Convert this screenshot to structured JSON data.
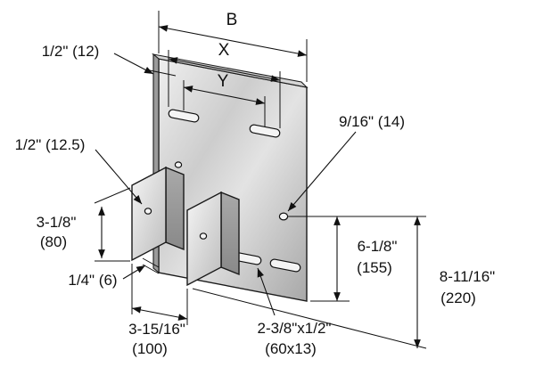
{
  "diagram": {
    "kind": "isometric technical drawing",
    "subject": "steel plate bracket with two bent tabs, slots and holes",
    "line_color": "#111111",
    "metal_light": "#efefef",
    "metal_dark": "#a8a8a8"
  },
  "labels": {
    "b": "B",
    "x": "X",
    "y": "Y",
    "edge_offset": "1/2\" (12)",
    "hole": "9/16\" (14)",
    "tab_hole": "1/2\" (12.5)",
    "tab_height_in": "3-1/8\"",
    "tab_height_mm": "(80)",
    "tab_gap": "1/4\" (6)",
    "tab_spacing_in": "3-15/16\"",
    "tab_spacing_mm": "(100)",
    "slot_in": "2-3/8\"x1/2\"",
    "slot_mm": "(60x13)",
    "mid_height_in": "6-1/8\"",
    "mid_height_mm": "(155)",
    "overall_in": "8-11/16\"",
    "overall_mm": "(220)"
  }
}
